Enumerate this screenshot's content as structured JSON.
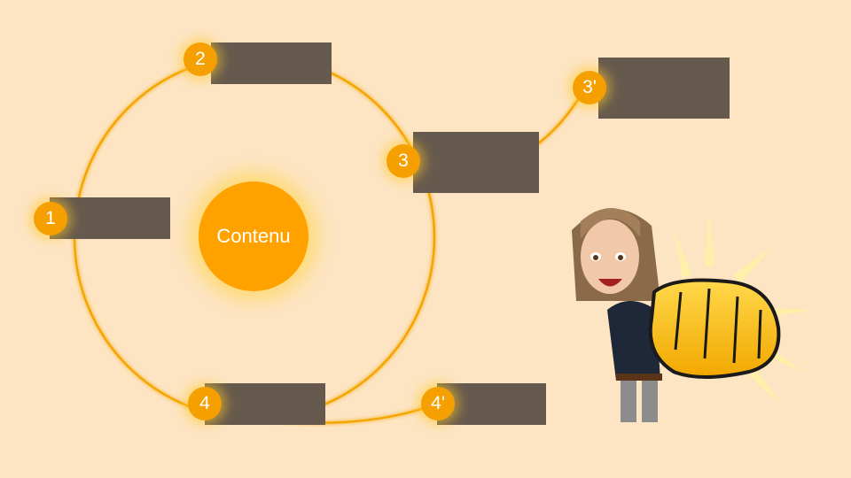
{
  "diagram": {
    "center_label": "Contenu",
    "nodes": [
      {
        "id": "n1",
        "label": "1"
      },
      {
        "id": "n2",
        "label": "2"
      },
      {
        "id": "n3",
        "label": "3"
      },
      {
        "id": "n3p",
        "label": "3'"
      },
      {
        "id": "n4",
        "label": "4"
      },
      {
        "id": "n4p",
        "label": "4'"
      }
    ]
  },
  "illustration": {
    "subject": "bitmoji-avatar-punching"
  },
  "colors": {
    "background": "#fde5c4",
    "accent": "#f5a000",
    "placeholder": "#665a4e"
  }
}
